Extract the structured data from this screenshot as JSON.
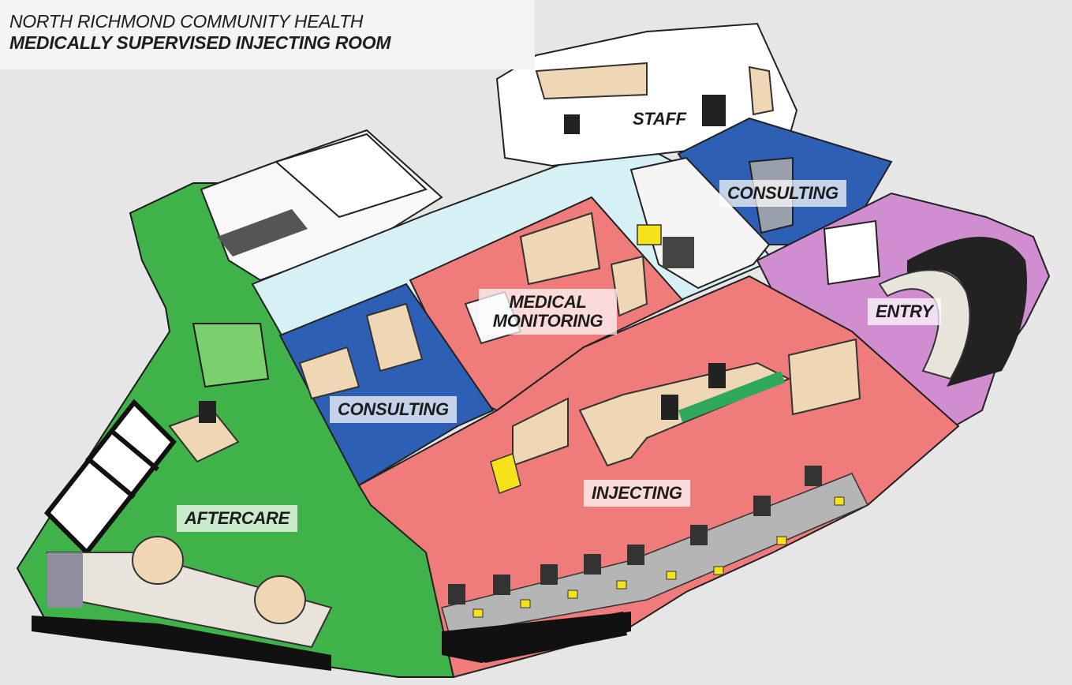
{
  "title": {
    "line1": "NORTH RICHMOND COMMUNITY HEALTH",
    "line2": "MEDICALLY SUPERVISED INJECTING ROOM"
  },
  "rooms": {
    "staff": "STAFF",
    "consulting_top": "CONSULTING",
    "medical_monitoring": "MEDICAL MONITORING",
    "entry": "ENTRY",
    "consulting_left": "CONSULTING",
    "injecting": "INJECTING",
    "aftercare": "AFTERCARE"
  },
  "colors": {
    "background": "#e6e6e6",
    "aftercare": "#3fb34a",
    "injecting": "#f07b7b",
    "consulting": "#2d5fb4",
    "entry": "#d08ed0",
    "medical_monitoring": "#f07b7b",
    "staff": "#ffffff",
    "corridor": "#d6f1f5",
    "furniture_wood": "#efd6b4",
    "yellow_bin": "#f6e21a"
  }
}
